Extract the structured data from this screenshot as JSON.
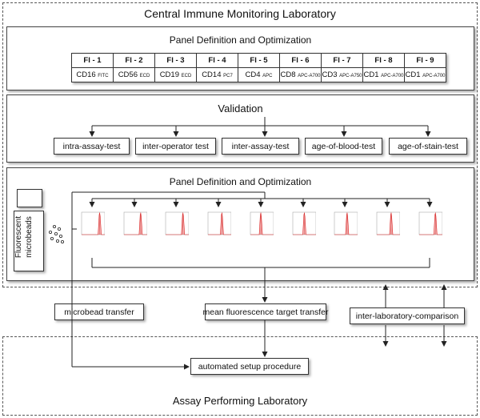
{
  "central_lab": {
    "title": "Central Immune Monitoring Laboratory"
  },
  "panel1": {
    "title": "Panel Definition and Optimization",
    "channels": [
      {
        "header": "Fl - 1",
        "marker": "CD16",
        "dye": "FITC"
      },
      {
        "header": "Fl - 2",
        "marker": "CD56",
        "dye": "ECD"
      },
      {
        "header": "Fl - 3",
        "marker": "CD19",
        "dye": "ECD"
      },
      {
        "header": "Fl - 4",
        "marker": "CD14",
        "dye": "PC7"
      },
      {
        "header": "Fl - 5",
        "marker": "CD4",
        "dye": "APC"
      },
      {
        "header": "Fl - 6",
        "marker": "CD8",
        "dye": "APC-A700"
      },
      {
        "header": "Fl - 7",
        "marker": "CD3",
        "dye": "APC-A750"
      },
      {
        "header": "Fl - 8",
        "marker": "CD1",
        "dye": "APC-A700"
      },
      {
        "header": "Fl - 9",
        "marker": "CD1",
        "dye": "APC-A700"
      }
    ]
  },
  "validation": {
    "title": "Validation",
    "tests": [
      "intra-assay-test",
      "inter-operator test",
      "inter-assay-test",
      "age-of-blood-test",
      "age-of-stain-test"
    ]
  },
  "panel2": {
    "title": "Panel Definition and Optimization",
    "microbeads_label": "Fluorescent microbeads",
    "histogram_count": 9
  },
  "transfers": {
    "microbead": "microbead transfer",
    "mean_fluorescence": "mean fluorescence target transfer",
    "inter_lab": "inter-laboratory-comparison"
  },
  "assay_lab": {
    "title": "Assay Performing Laboratory",
    "procedure": "automated setup procedure"
  }
}
